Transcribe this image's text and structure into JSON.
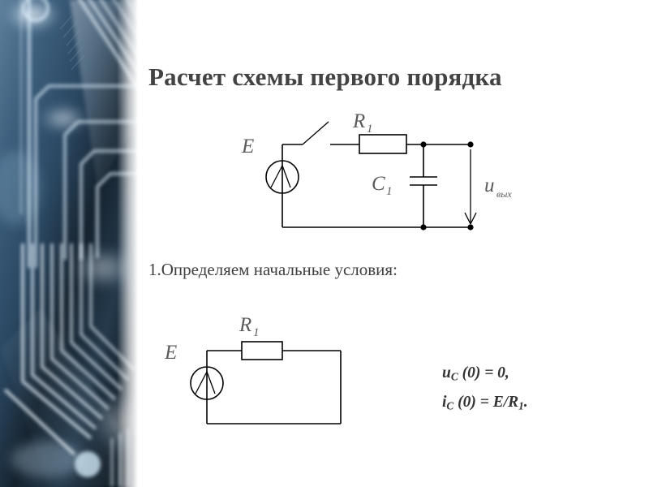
{
  "slide": {
    "title": "Расчет схемы первого порядка",
    "background_color": "#ffffff",
    "title_color": "#434343",
    "body_text_color": "#3f3f3f",
    "circuit_ink_color": "#000000",
    "circuit_label_color": "#5a5a5a"
  },
  "decoration": {
    "name": "circuit-board-photo-strip",
    "accent_color": "#2f5d85",
    "trace_color": "#eaf3fb"
  },
  "step": {
    "text": "1.Определяем начальные условия:"
  },
  "circuit_top": {
    "source_label": "E",
    "resistor_label": "R",
    "resistor_sub": "1",
    "capacitor_label": "C",
    "capacitor_sub": "1",
    "output_label": "u",
    "output_sub": "вых"
  },
  "circuit_bottom": {
    "source_label": "E",
    "resistor_label": "R",
    "resistor_sub": "1"
  },
  "formulas": {
    "line1_main": "u",
    "line1_sub": "C",
    "line1_rest": " (0) = 0,",
    "line2_main": "i",
    "line2_sub": "C",
    "line2_mid": " (0) = E/R",
    "line2_sub2": "1",
    "line2_end": "."
  }
}
